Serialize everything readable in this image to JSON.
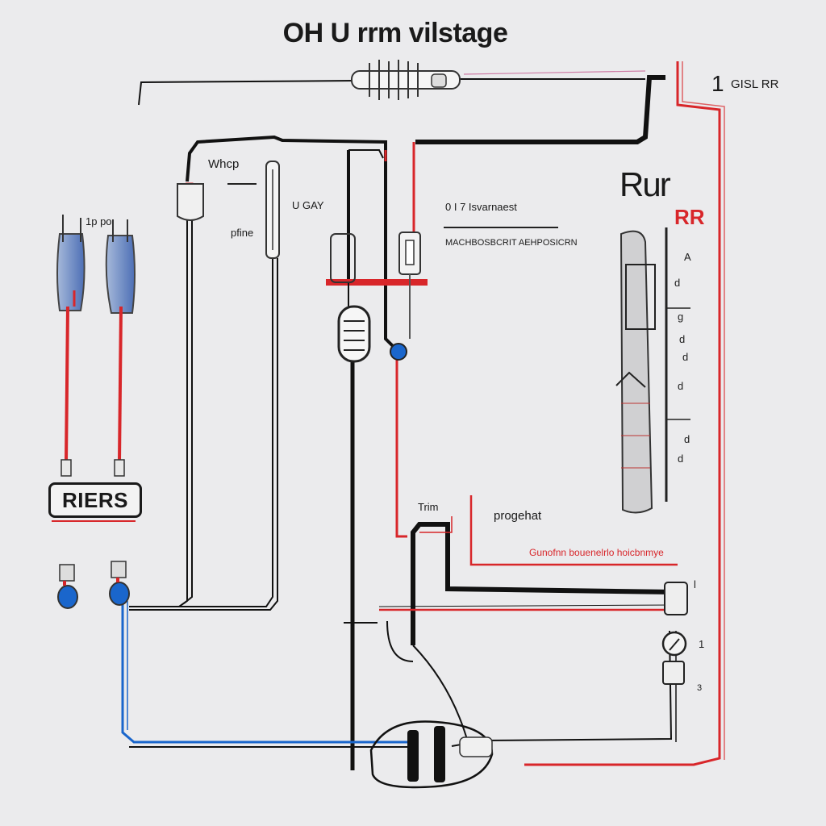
{
  "title": "OH U rrm vilstage",
  "labels": {
    "top_right_number": "1",
    "top_right_code": "GISL RR",
    "when": "Whcp",
    "pfine": "pfine",
    "u_gay": "U GAY",
    "spec_line1": "0 I 7 Isvarnaest",
    "spec_line2": "MACHBOSBCRIT AEHPOSICRN",
    "rur": "Rur",
    "rr": "RR",
    "riers": "RIERS",
    "left_pins": "1p  po",
    "trim": "Trim",
    "progehat": "progehat",
    "bottom_caption": "Gunofnn bouenelrlo hoicbnmye",
    "scale_marks": [
      "A",
      "d",
      "g",
      "d",
      "d",
      "d",
      "d",
      "d"
    ],
    "side_numbers": [
      "l",
      "1",
      "3"
    ]
  },
  "colors": {
    "wire_black": "#111111",
    "wire_red": "#d8262a",
    "wire_blue": "#1a66cc",
    "background": "#ebebed"
  },
  "icons": [
    "inductor-coil-icon",
    "connector-plug-icon",
    "fuse-icon",
    "bulb-socket-icon",
    "meter-icon",
    "motor-coil-icon"
  ]
}
